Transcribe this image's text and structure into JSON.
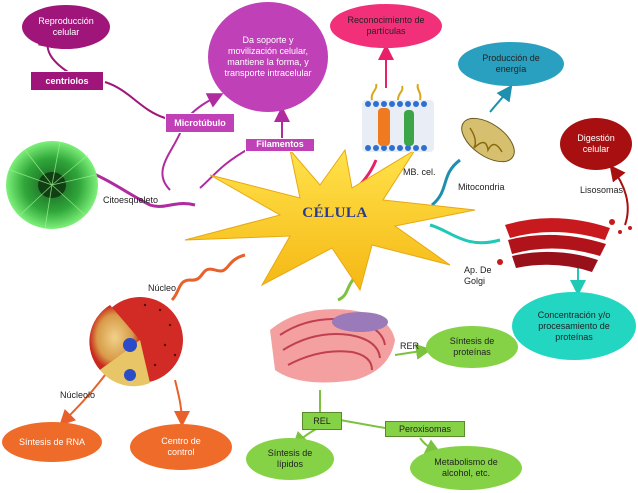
{
  "title": "CÉLULA",
  "colors": {
    "purple": "#a0157a",
    "magenta": "#c040b8",
    "pink": "#f2307a",
    "teal": "#2aa0c0",
    "red": "#a80f10",
    "cyan": "#22d6c2",
    "orange": "#ef6b2a",
    "green": "#86d246",
    "star": "#f8cf17"
  },
  "nodes": {
    "reproduccion": "Reproducción celular",
    "centriolos": "centriolos",
    "soporte": "Da soporte y movilización celular, mantiene la forma, y transporte intracelular",
    "microtubulo": "Microtúbulo",
    "filamentos": "Filamentos",
    "reconocimiento": "Reconocimiento de partículas",
    "mb_cel": "MB. cel.",
    "produccion_energia": "Producción de energía",
    "mitocondria": "Mitocondria",
    "digestion": "Digestión celular",
    "lisosomas": "Lisosomas",
    "citoesqueleto": "Citoesqueleto",
    "ap_golgi": "Ap. De Golgi",
    "concentracion": "Concentración y/o procesamiento de proteínas",
    "nucleo": "Núcleo",
    "nucleolo": "Núcleolo",
    "sintesis_rna": "Síntesis de RNA",
    "centro_control": "Centro de control",
    "rer": "RER",
    "sintesis_proteinas": "Síntesis de proteínas",
    "rel": "REL",
    "peroxisomas": "Peroxisomas",
    "sintesis_lipidos": "Síntesis de lípidos",
    "metabolismo": "Metabolismo de alcohol, etc."
  }
}
